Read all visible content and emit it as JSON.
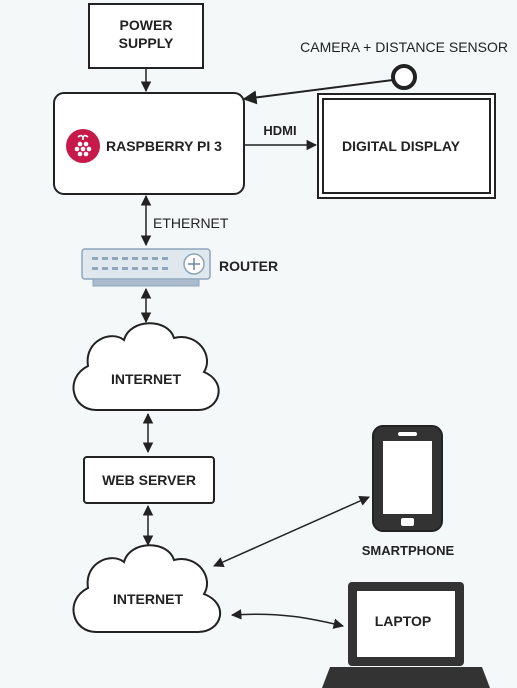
{
  "nodes": {
    "power_supply": {
      "line1": "POWER",
      "line2": "SUPPLY"
    },
    "camera_sensor": "CAMERA + DISTANCE SENSOR",
    "raspberry_pi": "RASPBERRY PI 3",
    "hdmi": "HDMI",
    "digital_display": "DIGITAL DISPLAY",
    "ethernet": "ETHERNET",
    "router": "ROUTER",
    "internet_top": "INTERNET",
    "web_server": "WEB SERVER",
    "internet_bottom": "INTERNET",
    "smartphone": "SMARTPHONE",
    "laptop": "LAPTOP"
  },
  "icons": {
    "raspberry_pi_logo": "raspberry-pi-logo",
    "router": "router-icon",
    "smartphone": "smartphone-icon",
    "laptop": "laptop-icon",
    "cloud": "cloud-shape",
    "camera_sensor": "sensor-node-icon"
  },
  "colors": {
    "raspberry": "#c51a4a",
    "stroke": "#222222",
    "device": "#333333",
    "background": "#f4f8f8"
  }
}
